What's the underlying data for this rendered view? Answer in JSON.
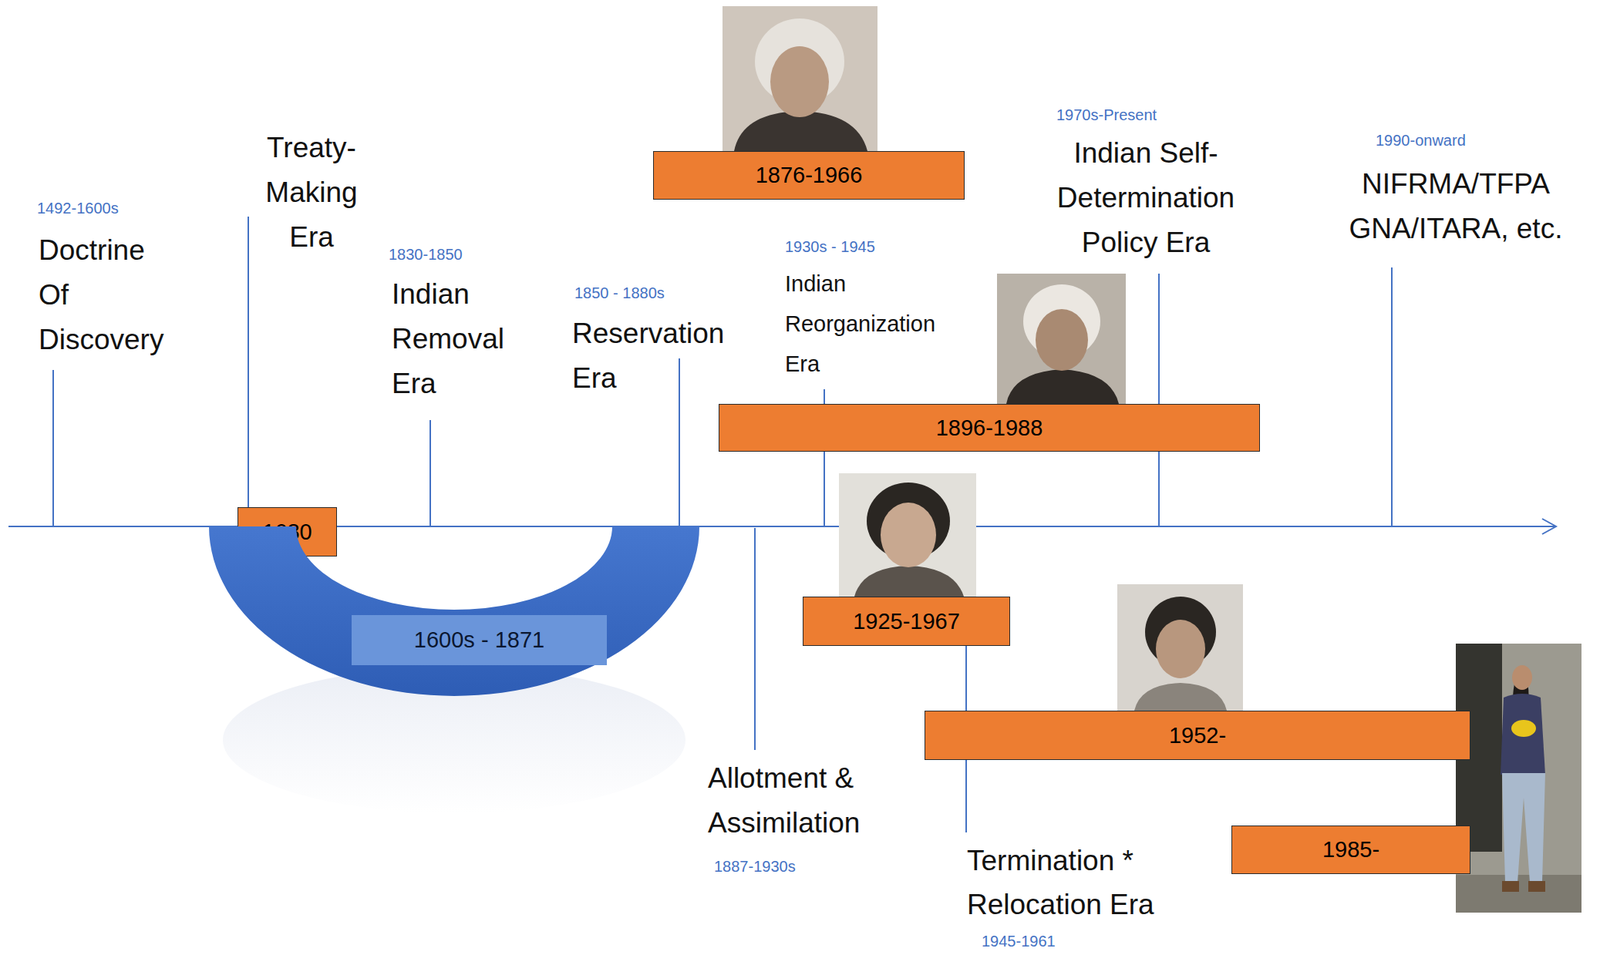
{
  "diagram": {
    "nodes": [
      {
        "text": [
          "1876-1966"
        ]
      },
      {
        "text": [
          "1896-1988"
        ]
      },
      {
        "text": [
          "1680"
        ]
      },
      {
        "text": [
          "1600s - 1871"
        ]
      },
      {
        "text": [
          "1925-1967"
        ]
      },
      {
        "text": [
          "1952-"
        ]
      },
      {
        "text": [
          "1985-"
        ]
      }
    ],
    "labels": [
      "1492-1600s",
      "Doctrine Of Discovery",
      "Treaty- Making Era",
      "1830-1850",
      "Indian Removal Era",
      "1850 - 1880s",
      "Reservation Era",
      "1930s - 1945",
      "Indian Reorganization Era",
      "1970s-Present",
      "Indian Self- Determination Policy Era",
      "1990-onward",
      "NIFRMA/TFPA GNA/ITARA, etc.",
      "Allotment & Assimilation",
      "1887-1930s",
      "Termination * Relocation Era",
      "1945-1961"
    ]
  }
}
